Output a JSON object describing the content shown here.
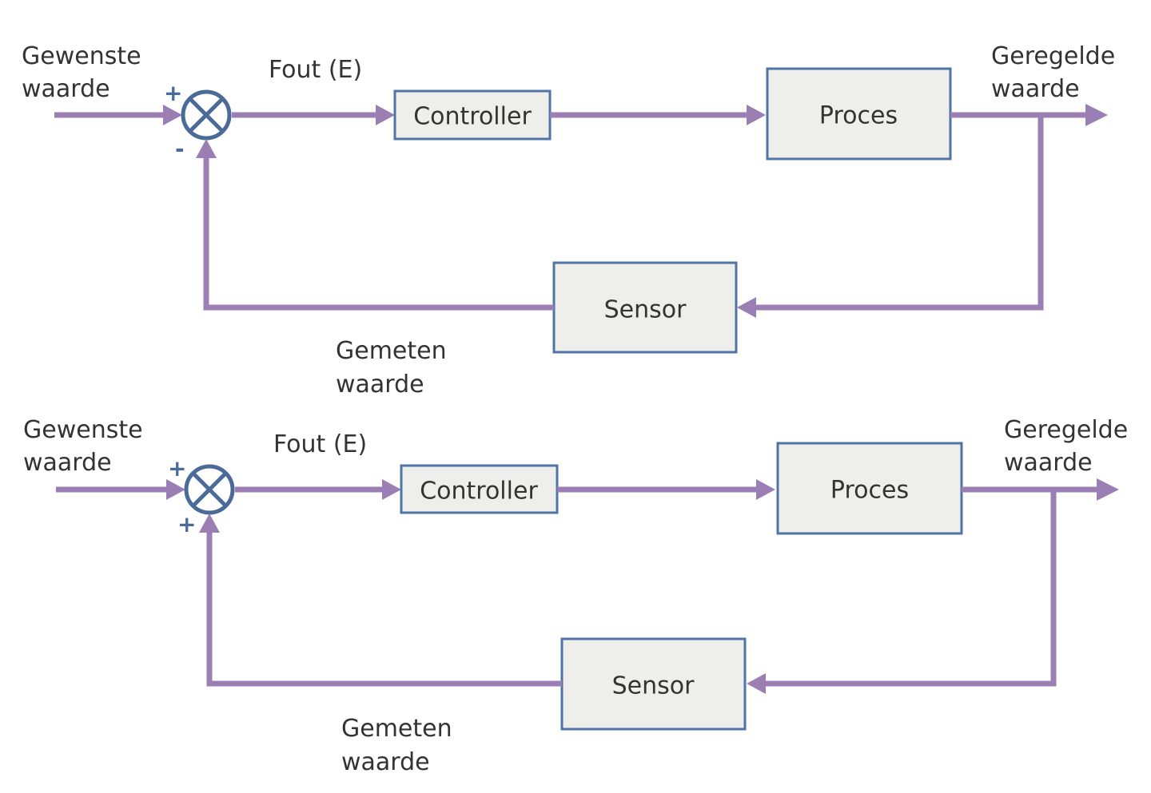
{
  "diagrams": [
    {
      "input_label": [
        "Gewenste",
        "waarde"
      ],
      "error_label": "Fout (E)",
      "controller_label": "Controller",
      "process_label": "Proces",
      "output_label": [
        "Geregelde",
        "waarde"
      ],
      "sensor_label": "Sensor",
      "measured_label": [
        "Gemeten",
        "waarde"
      ],
      "sign_top": "+",
      "sign_bottom": "-"
    },
    {
      "input_label": [
        "Gewenste",
        "waarde"
      ],
      "error_label": "Fout (E)",
      "controller_label": "Controller",
      "process_label": "Proces",
      "output_label": [
        "Geregelde",
        "waarde"
      ],
      "sensor_label": "Sensor",
      "measured_label": [
        "Gemeten",
        "waarde"
      ],
      "sign_top": "+",
      "sign_bottom": "+"
    }
  ],
  "colors": {
    "signal_line": "#9b7fb4",
    "block_border": "#4f74a6",
    "block_fill": "#eeeeea",
    "summing_junction": "#4a6a98"
  }
}
